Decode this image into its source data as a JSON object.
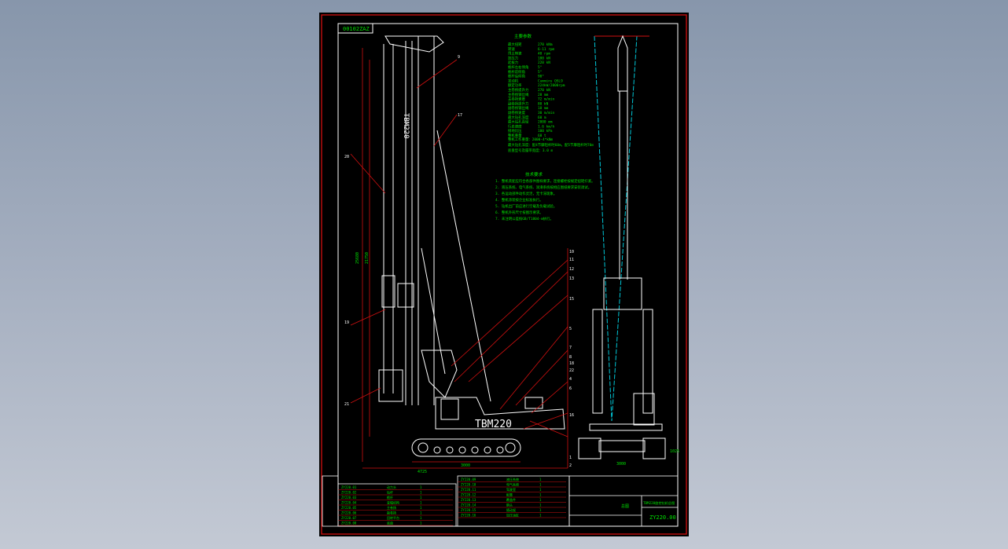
{
  "drawing": {
    "code_label": "00102ZAZ",
    "machine_name": "TBM220",
    "title_block_name": "TBM220旋挖钻机总图",
    "drawing_number": "ZY220.00",
    "tech_params_title": "主要参数",
    "tech_params": [
      {
        "label": "最大扭矩",
        "value": "270 kNm"
      },
      {
        "label": "转速",
        "value": "6-11 rpm"
      },
      {
        "label": "甩土转速",
        "value": "40 rpm"
      },
      {
        "label": "加压力",
        "value": "180 kN"
      },
      {
        "label": "起拔力",
        "value": "220 kN"
      },
      {
        "label": "桅杆左右倾角",
        "value": "5°"
      },
      {
        "label": "桅杆前倾角",
        "value": "5°"
      },
      {
        "label": "桅杆后倾角",
        "value": "90°"
      },
      {
        "label": "发动机",
        "value": "Cummins QSL9"
      },
      {
        "label": "额定功率",
        "value": "224kW/2000rpm"
      },
      {
        "label": "主卷扬提升力",
        "value": "270 kN"
      },
      {
        "label": "主卷扬钢丝绳",
        "value": "28 mm"
      },
      {
        "label": "主卷扬速度",
        "value": "72 m/min"
      },
      {
        "label": "副卷扬提升力",
        "value": "80 kN"
      },
      {
        "label": "副卷扬钢丝绳",
        "value": "18 mm"
      },
      {
        "label": "副卷扬速度",
        "value": "30 m/min"
      },
      {
        "label": "最大钻孔深度",
        "value": "60 m"
      },
      {
        "label": "最大钻孔直径",
        "value": "2000 mm"
      },
      {
        "label": "行走速度",
        "value": "1.6 km/h"
      },
      {
        "label": "接地比压",
        "value": "100 kPa"
      },
      {
        "label": "整机重量",
        "value": "68 t"
      }
    ],
    "param_notes": [
      "整机工作重量：2000-4*kNm",
      "最大钻孔深度：配4节摩阻杆时60m，配5节摩阻杆时70m",
      "底盘型号及履带宽度：3.0 m"
    ],
    "tech_req_title": "技术要求",
    "tech_reqs": [
      "1. 整机装配应符合各部件图样要求，连接螺栓按规定扭矩拧紧。",
      "2. 液压系统、电气系统、润滑系统按相应图纸要求安装调试。",
      "3. 各运动部件动作灵活，无卡滞现象。",
      "4. 整机涂装按企业标准执行。",
      "5. 钻机出厂前应进行空载及负载试验。",
      "6. 整机外形尺寸按图示要求。",
      "7. 未注明公差按GB/T1804-m执行。"
    ],
    "callouts_right": [
      "10",
      "11",
      "12",
      "13",
      "15",
      "5",
      "7",
      "8",
      "18",
      "22",
      "4",
      "6",
      "16",
      "2",
      "1"
    ],
    "callouts_left": [
      "20",
      "19",
      "21"
    ],
    "callouts_top": [
      "9",
      "17"
    ],
    "dims": {
      "bottom_left": "4725",
      "bottom_mid": "3000",
      "bottom_right": "3000",
      "left_height": "25680",
      "left_height2": "21750",
      "front_height": "1025"
    },
    "parts_rows": [
      [
        "ZY220.01",
        "动力头",
        "1"
      ],
      [
        "ZY220.02",
        "钻杆",
        "1"
      ],
      [
        "ZY220.03",
        "桅杆",
        "1"
      ],
      [
        "ZY220.04",
        "变幅机构",
        "1"
      ],
      [
        "ZY220.05",
        "主卷扬",
        "1"
      ],
      [
        "ZY220.06",
        "副卷扬",
        "1"
      ],
      [
        "ZY220.07",
        "回转平台",
        "1"
      ],
      [
        "ZY220.08",
        "底盘",
        "1"
      ]
    ],
    "parts_rows2": [
      [
        "ZY220.09",
        "液压系统",
        "1"
      ],
      [
        "ZY220.10",
        "电气系统",
        "1"
      ],
      [
        "ZY220.11",
        "驾驶室",
        "1"
      ],
      [
        "ZY220.12",
        "配重",
        "1"
      ],
      [
        "ZY220.13",
        "覆盖件",
        "1"
      ],
      [
        "ZY220.14",
        "鹅头",
        "1"
      ],
      [
        "ZY220.15",
        "随动架",
        "1"
      ],
      [
        "ZY220.16",
        "加压油缸",
        "1"
      ]
    ],
    "title_block_label": "总图"
  },
  "colors": {
    "red": "#d01010",
    "green": "#00e000",
    "cyan": "#00c8d8",
    "white": "#ffffff",
    "magenta": "#e020e0"
  }
}
